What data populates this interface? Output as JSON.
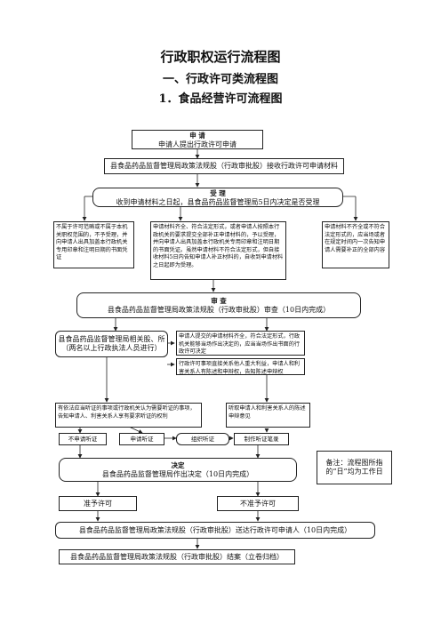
{
  "title": "行政职权运行流程图",
  "subtitle": "一、行政许可类流程图",
  "section": "1．食品经营许可流程图",
  "apply": {
    "head": "申 请",
    "text": "申请人提出行政许可申请"
  },
  "receive": "县食品药品监督管理局政策法规股（行政审批股）接收行政许可申请材料",
  "accept": {
    "head": "受 理",
    "text": "收到申请材料之日起，县食品药品监督管理局5日内决定是否受理"
  },
  "branch_left": "不属于许可范畴或不属于本机关职权范围的，不予受理，并向申请人出具加盖本行政机关专用印章和注明日期的书面凭证",
  "branch_mid": "申请材料齐全、符合法定形式，或者申请人按照本行政机关的要求提交全部补正申请材料的，予以受理，并向申请人出具加盖本行政机关专用印章和注明日期的书面凭证。虽然申请材料不符合法定形式，但自接收材料5日内告知申请人补正材料的，自收到申请材料之日起即为受理。",
  "branch_right": "申请材料不齐全或不符合法定形式的，应当场或者在规定时间内一次告知申请人需要补正的全部内容",
  "review": {
    "head": "审 查",
    "text": "县食品药品监督管理局政策法规股（行政审批股）审查（10日内完成）"
  },
  "review_dept": "县食品药品监督管理局相关股、所（两名以上行政执法人员进行）",
  "review_note1": "申请人提交的申请材料齐全，符合法定形式，行政机关能够当场作出决定的，应当当场作出书面的行政许可决定",
  "review_note2": "行政许可事项直接关系他人重大利益，申请人和利害关系人有陈述和申辩权，告知陈述申辩权",
  "hearing_note": "有依法应当听证的事项或行政机关认为需要听证的事项，告知申请人、利害关系人享有要求听证的权利",
  "statement_note": "听取申请人和利害关系人的陈述申辩意见",
  "hearing_buttons": [
    "不申请听证",
    "申请听证",
    "组织听证",
    "制作听证笔录"
  ],
  "decision": {
    "head": "决定",
    "text": "县食品药品监督管理局作出决定（10日内完成）"
  },
  "remark": "备注：流程图所指的“日”均为工作日",
  "approve": "准予许可",
  "reject": "不准予许可",
  "deliver": "县食品药品监督管理局政策法规股（行政审批股）送达行政许可申请人（10日内完成）",
  "archive": "县食品药品监督管理局政策法规股（行政审批股）结案（立卷归档）"
}
